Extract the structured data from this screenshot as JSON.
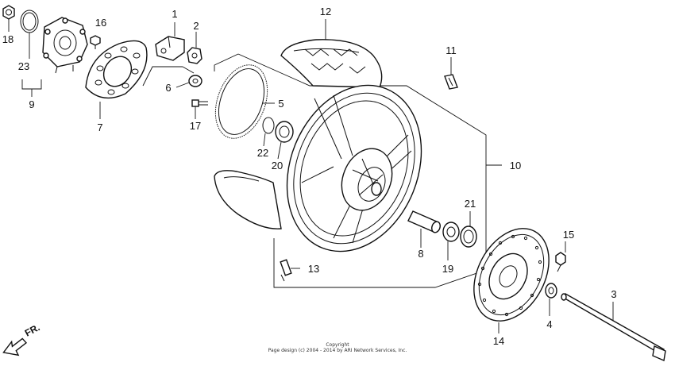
{
  "labels": {
    "p1": "1",
    "p2": "2",
    "p3": "3",
    "p4": "4",
    "p5": "5",
    "p6": "6",
    "p7": "7",
    "p8": "8",
    "p9": "9",
    "p10": "10",
    "p11": "11",
    "p12": "12",
    "p13": "13",
    "p14": "14",
    "p15": "15",
    "p16": "16",
    "p17": "17",
    "p18": "18",
    "p19": "19",
    "p20": "20",
    "p21": "21",
    "p22": "22",
    "p23": "23"
  },
  "direction": "FR.",
  "footer": {
    "line1": "Copyright",
    "line2": "Page design (c) 2004 - 2014 by ARI Network Services, Inc."
  }
}
